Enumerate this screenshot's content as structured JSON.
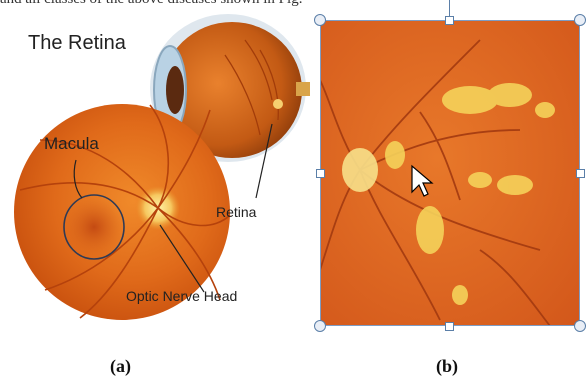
{
  "doc": {
    "top_text_fragment": "and all classes of the above diseases shown in Fig."
  },
  "figure_a": {
    "title": "The Retina",
    "labels": {
      "macula": "Macula",
      "retina": "Retina",
      "optic_nerve_head": "Optic Nerve Head"
    },
    "caption": "(a)"
  },
  "figure_b": {
    "caption": "(b)"
  },
  "colors": {
    "fundus_orange": "#e06a1a",
    "exudate_yellow": "#f5d25a",
    "selection_blue": "#5b7fa8"
  }
}
